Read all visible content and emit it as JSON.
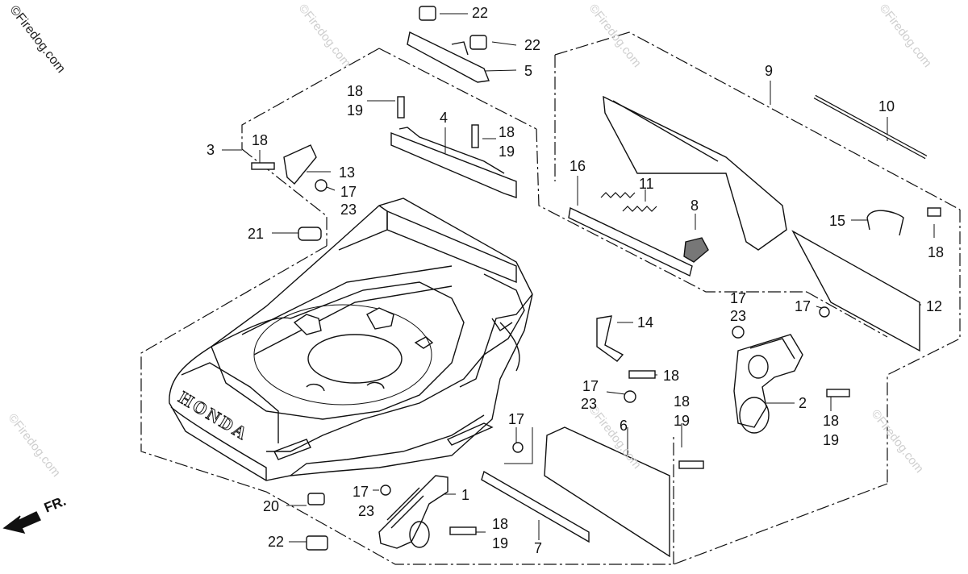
{
  "watermark": "©Firedog.com",
  "brand_text": "HONDA",
  "front_marker": "FR.",
  "labels": {
    "l22a": "22",
    "l22b": "22",
    "l5": "5",
    "l9": "9",
    "l10": "10",
    "l18a": "18",
    "l19a": "19",
    "l4": "4",
    "l18b": "18",
    "l19b": "19",
    "l3": "3",
    "l18c": "18",
    "l13": "13",
    "l17a": "17",
    "l23a": "23",
    "l16": "16",
    "l11": "11",
    "l8": "8",
    "l15": "15",
    "l18d": "18",
    "l21": "21",
    "l12": "12",
    "l17b": "17",
    "l17c": "17",
    "l23c": "23",
    "l14": "14",
    "l18e": "18",
    "l17d": "17",
    "l23d": "23",
    "l2": "2",
    "l18f": "18",
    "l19f": "19",
    "l18g": "18",
    "l19g": "19",
    "l17e": "17",
    "l6": "6",
    "l1": "1",
    "l17f": "17",
    "l23f": "23",
    "l20": "20",
    "l18h": "18",
    "l19h": "19",
    "l7": "7",
    "l22c": "22"
  }
}
